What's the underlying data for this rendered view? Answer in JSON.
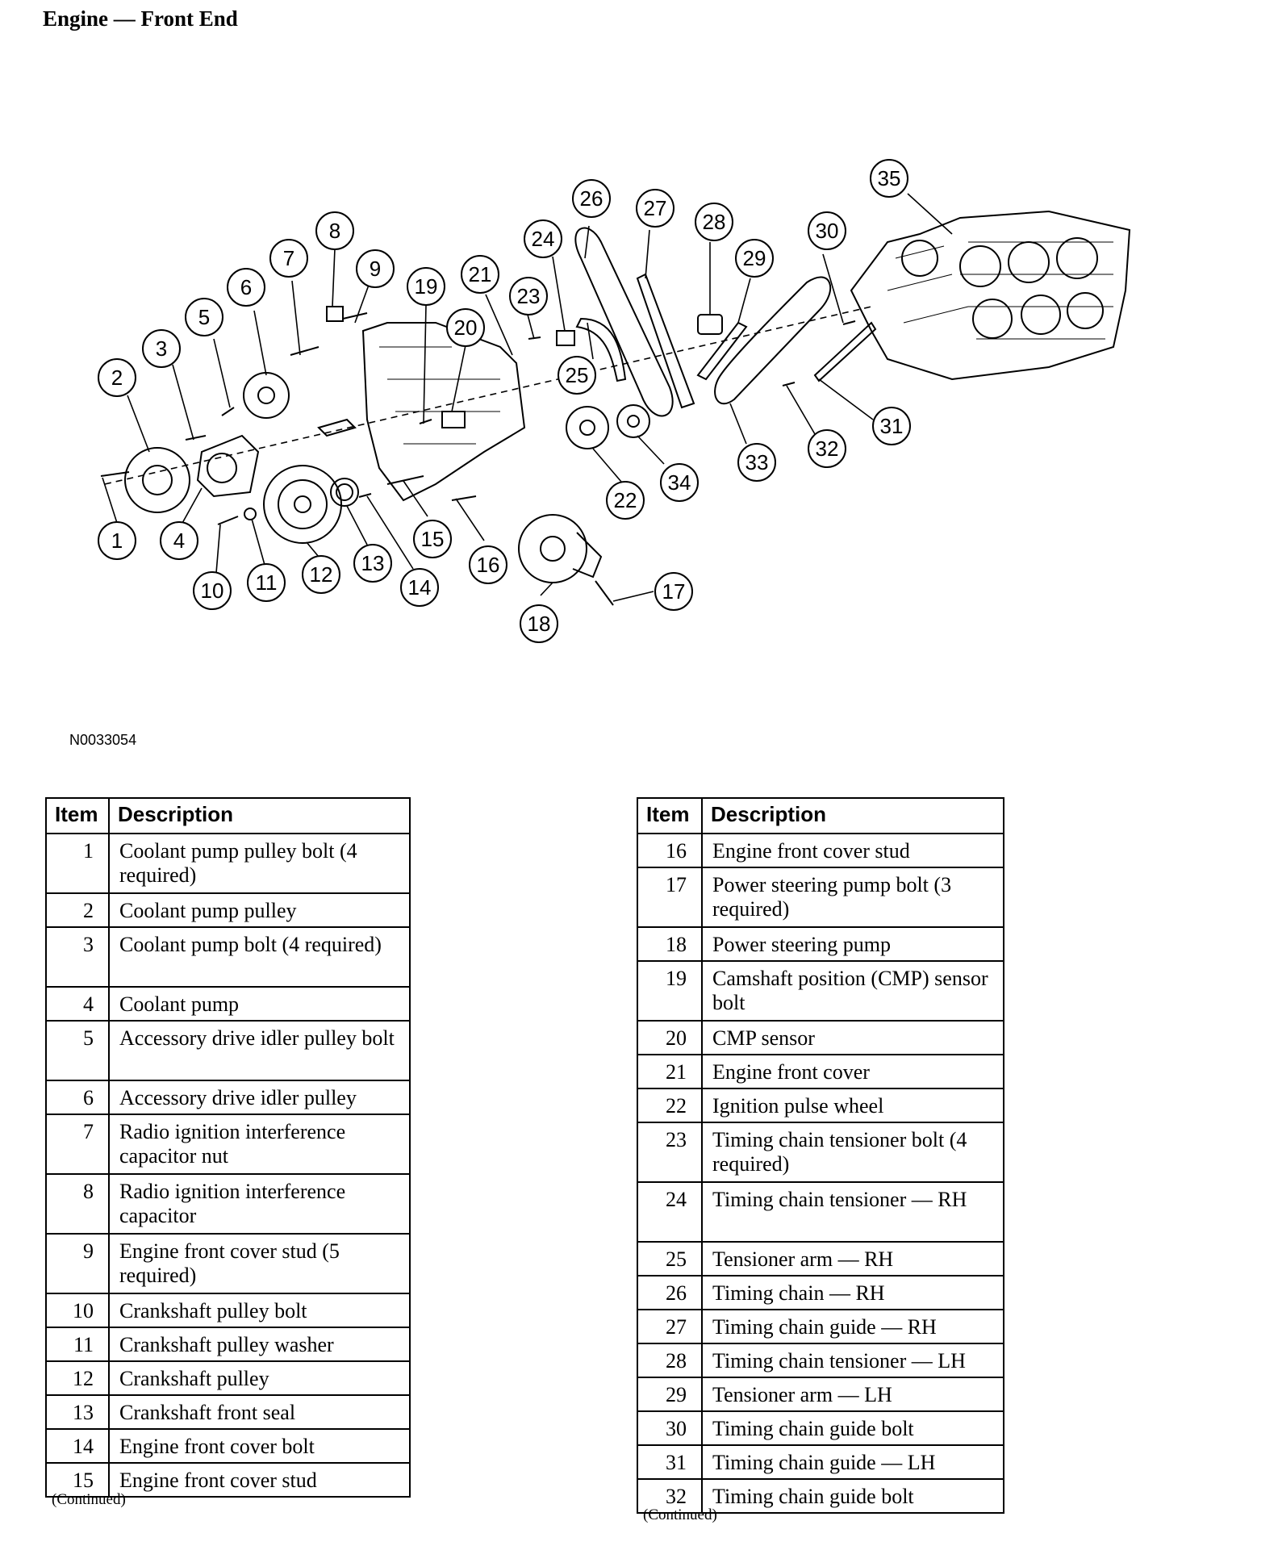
{
  "header": {
    "title": "Engine — Front End"
  },
  "figure": {
    "id": "N0033054",
    "callouts": [
      {
        "n": "1"
      },
      {
        "n": "2"
      },
      {
        "n": "3"
      },
      {
        "n": "4"
      },
      {
        "n": "5"
      },
      {
        "n": "6"
      },
      {
        "n": "7"
      },
      {
        "n": "8"
      },
      {
        "n": "9"
      },
      {
        "n": "10"
      },
      {
        "n": "11"
      },
      {
        "n": "12"
      },
      {
        "n": "13"
      },
      {
        "n": "14"
      },
      {
        "n": "15"
      },
      {
        "n": "16"
      },
      {
        "n": "17"
      },
      {
        "n": "18"
      },
      {
        "n": "19"
      },
      {
        "n": "20"
      },
      {
        "n": "21"
      },
      {
        "n": "22"
      },
      {
        "n": "23"
      },
      {
        "n": "24"
      },
      {
        "n": "25"
      },
      {
        "n": "26"
      },
      {
        "n": "27"
      },
      {
        "n": "28"
      },
      {
        "n": "29"
      },
      {
        "n": "30"
      },
      {
        "n": "31"
      },
      {
        "n": "32"
      },
      {
        "n": "33"
      },
      {
        "n": "34"
      },
      {
        "n": "35"
      }
    ]
  },
  "table_left": {
    "headers": {
      "item": "Item",
      "description": "Description"
    },
    "rows": [
      {
        "item": "1",
        "description": "Coolant pump pulley bolt (4 required)"
      },
      {
        "item": "2",
        "description": "Coolant pump pulley"
      },
      {
        "item": "3",
        "description": "Coolant pump bolt (4 required)"
      },
      {
        "item": "4",
        "description": "Coolant pump"
      },
      {
        "item": "5",
        "description": "Accessory drive idler pulley bolt"
      },
      {
        "item": "6",
        "description": "Accessory drive idler pulley"
      },
      {
        "item": "7",
        "description": "Radio ignition interference capacitor nut"
      },
      {
        "item": "8",
        "description": "Radio ignition interference capacitor"
      },
      {
        "item": "9",
        "description": "Engine front cover stud (5 required)"
      },
      {
        "item": "10",
        "description": "Crankshaft pulley bolt"
      },
      {
        "item": "11",
        "description": "Crankshaft pulley washer"
      },
      {
        "item": "12",
        "description": "Crankshaft pulley"
      },
      {
        "item": "13",
        "description": "Crankshaft front seal"
      },
      {
        "item": "14",
        "description": "Engine front cover bolt"
      },
      {
        "item": "15",
        "description": "Engine front cover stud"
      }
    ],
    "continued": "(Continued)"
  },
  "table_right": {
    "headers": {
      "item": "Item",
      "description": "Description"
    },
    "rows": [
      {
        "item": "16",
        "description": "Engine front cover stud"
      },
      {
        "item": "17",
        "description": "Power steering pump bolt (3 required)"
      },
      {
        "item": "18",
        "description": "Power steering pump"
      },
      {
        "item": "19",
        "description": "Camshaft position (CMP) sensor bolt"
      },
      {
        "item": "20",
        "description": "CMP sensor"
      },
      {
        "item": "21",
        "description": "Engine front cover"
      },
      {
        "item": "22",
        "description": "Ignition pulse wheel"
      },
      {
        "item": "23",
        "description": "Timing chain tensioner bolt (4 required)"
      },
      {
        "item": "24",
        "description": "Timing chain tensioner — RH"
      },
      {
        "item": "25",
        "description": "Tensioner arm — RH"
      },
      {
        "item": "26",
        "description": "Timing chain — RH"
      },
      {
        "item": "27",
        "description": "Timing chain guide — RH"
      },
      {
        "item": "28",
        "description": "Timing chain tensioner — LH"
      },
      {
        "item": "29",
        "description": "Tensioner arm — LH"
      },
      {
        "item": "30",
        "description": "Timing chain guide bolt"
      },
      {
        "item": "31",
        "description": "Timing chain guide — LH"
      },
      {
        "item": "32",
        "description": "Timing chain guide bolt"
      }
    ],
    "continued": "(Continued)"
  }
}
